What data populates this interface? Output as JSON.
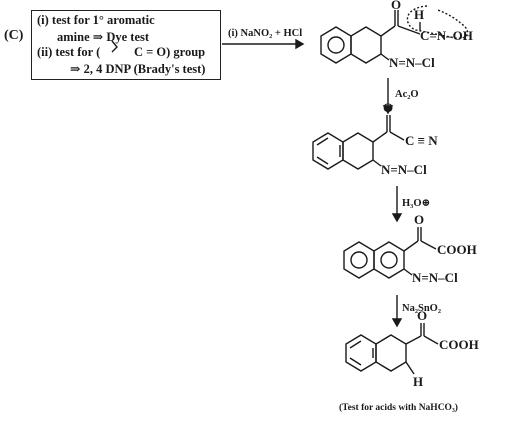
{
  "part_label": "(C)",
  "box": {
    "line1": "(i) test for 1° aromatic",
    "line2": "amine ⇒ Dye test",
    "line3": "(ii) test for (",
    "line3b": "C = O) group",
    "line4": "⇒ 2, 4 DNP (Brady's test)"
  },
  "reagents": {
    "step1": "(i) NaNO₂ + HCl",
    "step2": "Ac₂O",
    "step3": "H₃O⊕",
    "step4": "Na₂SnO₂"
  },
  "compound1": {
    "O": "O",
    "H": "H",
    "chain": "C=N–OH",
    "sub": "N=N–Cl"
  },
  "compound2": {
    "O": "O",
    "chain": "C ≡ N",
    "sub": "N=N–Cl"
  },
  "compound3": {
    "O": "O",
    "chain": "COOH",
    "sub": "N=N–Cl"
  },
  "compound4": {
    "O": "O",
    "chain": "COOH",
    "sub": "H"
  },
  "footnote": "(Test for acids with NaHCO₃)"
}
